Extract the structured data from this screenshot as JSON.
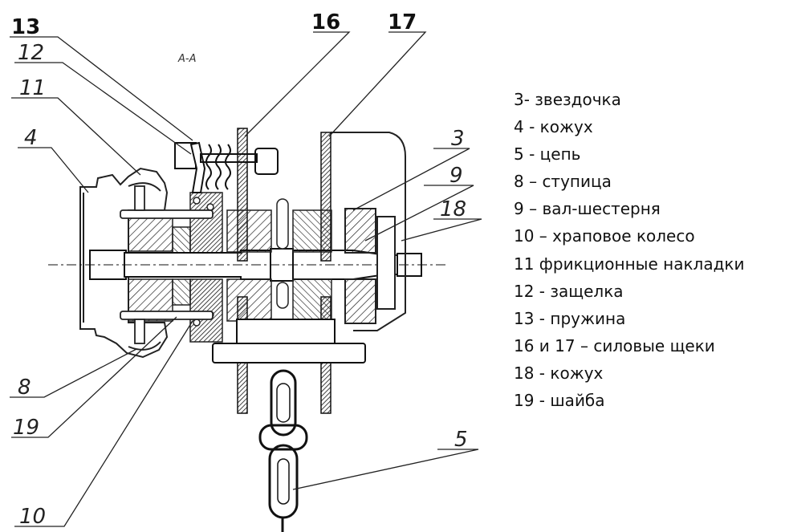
{
  "section_label": "А-А",
  "callouts": {
    "n13": "13",
    "n16": "16",
    "n17": "17",
    "n12": "12",
    "n11": "11",
    "n4": "4",
    "n3": "3",
    "n9": "9",
    "n18": "18",
    "n8": "8",
    "n19": "19",
    "n5": "5",
    "n10": "10"
  },
  "legend": [
    "3- звездочка",
    "4 - кожух",
    "5 - цепь",
    "8 – ступица",
    "9 – вал-шестерня",
    "10 – храповое колесо",
    "11 фрикционные накладки",
    "12 - защелка",
    "13 - пружина",
    "16 и 17 – силовые щеки",
    "18 - кожух",
    "19 - шайба"
  ]
}
